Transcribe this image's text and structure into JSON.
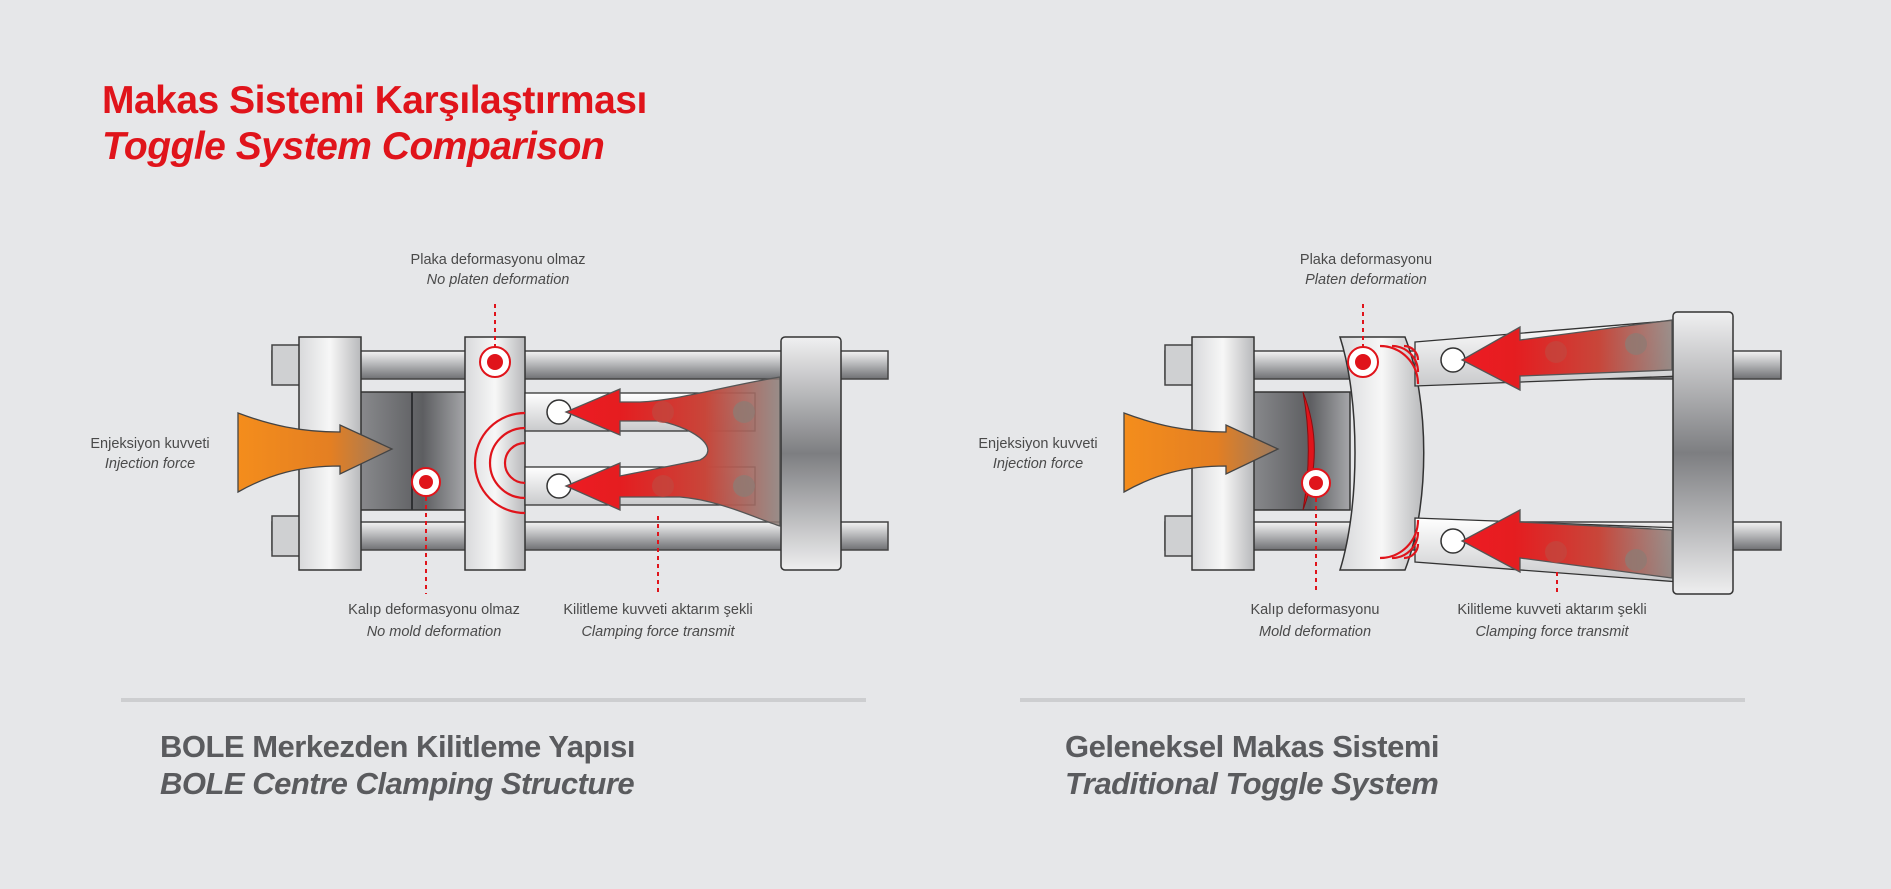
{
  "title": {
    "tr": "Makas Sistemi Karşılaştırması",
    "en": "Toggle System Comparison"
  },
  "left_panel": {
    "top_label_tr": "Plaka deformasyonu olmaz",
    "top_label_en": "No platen deformation",
    "side_label_tr": "Enjeksiyon kuvveti",
    "side_label_en": "Injection force",
    "bottom_left_label_tr": "Kalıp deformasyonu olmaz",
    "bottom_left_label_en": "No mold deformation",
    "bottom_right_label_tr": "Kilitleme kuvveti aktarım şekli",
    "bottom_right_label_en": "Clamping force transmit",
    "section_tr": "BOLE Merkezden Kilitleme Yapısı",
    "section_en": "BOLE Centre Clamping Structure"
  },
  "right_panel": {
    "top_label_tr": "Plaka deformasyonu",
    "top_label_en": "Platen deformation",
    "side_label_tr": "Enjeksiyon kuvveti",
    "side_label_en": "Injection force",
    "bottom_left_label_tr": "Kalıp deformasyonu",
    "bottom_left_label_en": "Mold deformation",
    "bottom_right_label_tr": "Kilitleme kuvveti aktarım şekli",
    "bottom_right_label_en": "Clamping force transmit",
    "section_tr": "Geleneksel Makas Sistemi",
    "section_en": "Traditional Toggle System"
  },
  "colors": {
    "accent_red": "#e0141b",
    "injection_orange": "#f08a1e",
    "background": "#e6e7e9",
    "section_text": "#5a5b5e"
  }
}
